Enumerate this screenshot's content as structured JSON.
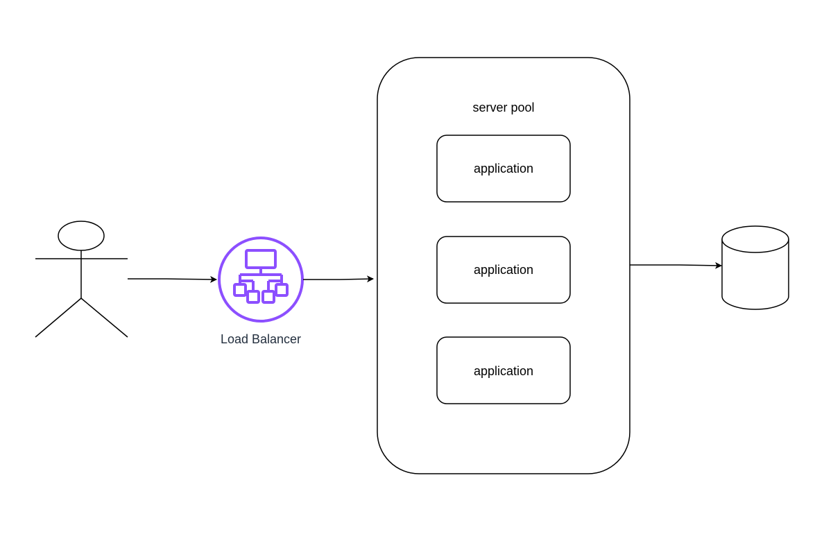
{
  "diagram": {
    "load_balancer": {
      "label": "Load Balancer"
    },
    "server_pool": {
      "label": "server pool",
      "applications": [
        {
          "label": "application"
        },
        {
          "label": "application"
        },
        {
          "label": "application"
        }
      ]
    }
  },
  "colors": {
    "stroke": "#000000",
    "load_balancer_accent": "#8C4FFF",
    "load_balancer_label": "#232F3E"
  },
  "icons": {
    "user": "actor-stick-figure-icon",
    "load_balancer": "load-balancer-icon",
    "database": "database-cylinder-icon"
  }
}
